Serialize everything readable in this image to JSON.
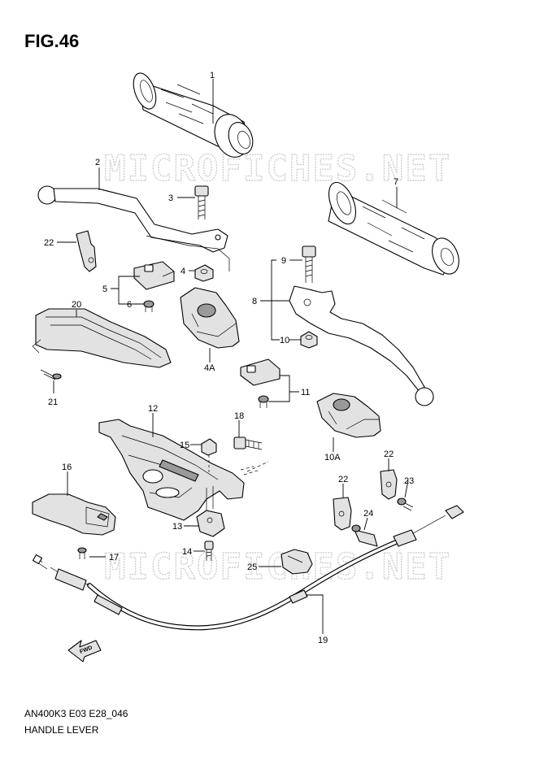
{
  "figure": {
    "title": "FIG.46",
    "code": "AN400K3 E03 E28_046",
    "caption": "HANDLE LEVER",
    "watermark": "MICROFICHES.NET",
    "fwd_label": "FWD"
  },
  "callouts": {
    "c1": "1",
    "c2": "2",
    "c3": "3",
    "c4": "4",
    "c4a": "4A",
    "c5": "5",
    "c6": "6",
    "c7": "7",
    "c8": "8",
    "c9": "9",
    "c10": "10",
    "c10a": "10A",
    "c11": "11",
    "c12": "12",
    "c13": "13",
    "c14": "14",
    "c15": "15",
    "c16": "16",
    "c17": "17",
    "c18": "18",
    "c19": "19",
    "c20": "20",
    "c21": "21",
    "c22a": "22",
    "c22b": "22",
    "c22c": "22",
    "c23": "23",
    "c24": "24",
    "c25": "25"
  },
  "colors": {
    "line": "#000000",
    "watermark": "#cfcfcf",
    "part_fill": "#ffffff",
    "part_shade": "#e2e2e2",
    "part_dark": "#9a9a9a"
  }
}
